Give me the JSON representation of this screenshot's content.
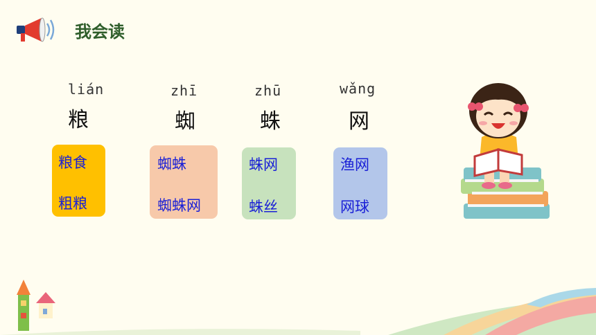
{
  "header": {
    "title": "我会读",
    "speaker_icon": "megaphone-icon"
  },
  "characters": [
    {
      "pinyin": "lián",
      "char": "粮"
    },
    {
      "pinyin": "zhī",
      "char": "蜘"
    },
    {
      "pinyin": "zhū",
      "char": "蛛"
    },
    {
      "pinyin": "wǎng",
      "char": "网"
    }
  ],
  "cards": [
    {
      "color": "#ffc000",
      "words": [
        "粮食",
        "粗粮"
      ]
    },
    {
      "color": "#f7c9aa",
      "words": [
        "蜘蛛",
        "蜘蛛网"
      ]
    },
    {
      "color": "#c7e2bd",
      "words": [
        "蛛网",
        "蛛丝"
      ]
    },
    {
      "color": "#b3c6ea",
      "words": [
        "渔网",
        "网球"
      ]
    }
  ],
  "colors": {
    "title": "#2f5e2b",
    "word": "#1a20d6",
    "background": "#fffdf0"
  }
}
